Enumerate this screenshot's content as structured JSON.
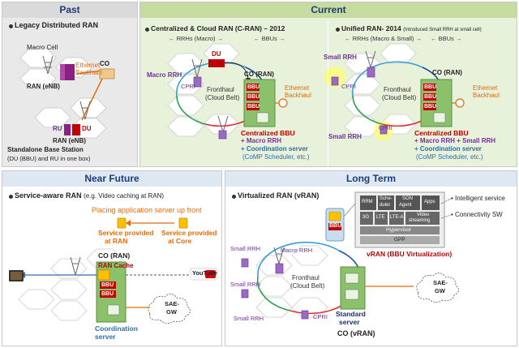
{
  "past": {
    "header": "Past",
    "title": "Legacy Distributed RAN",
    "macro_cell": "Macro Cell",
    "ethernet": "Ethernet",
    "backhaul": "Backhaul",
    "co": "CO",
    "ran_enb": "RAN (eNB)",
    "ru": "RU",
    "du": "DU",
    "ran_enb2": "RAN (eNB)",
    "standalone": "Standalone Base Station",
    "standalone_sub": "(DU (BBU) and RU in one box)"
  },
  "current": {
    "header": "Current",
    "cran": {
      "title": "Centralized & Cloud RAN (C-RAN) – 2012",
      "rrhs": "← RRHs (Macro) →",
      "bbus": "← BBUs →",
      "du": "DU",
      "macro_rrh": "Macro RRH",
      "cpri": "CPRI",
      "fronthaul": "Fronthaul",
      "cloud_belt": "(Cloud Belt)",
      "co_ran": "CO (RAN)",
      "ethernet": "Ethernet",
      "backhaul": "Backhaul",
      "bbu": "BBU",
      "cbbu": "Centralized BBU",
      "plus_macro": "+ Macro RRH",
      "plus_coord": "+ Coordination server",
      "comp": "(CoMP Scheduler, etc.)"
    },
    "unified": {
      "title": "Unified RAN- 2014",
      "title_note": "(Introduced Small RRH at small cell)",
      "rrhs": "← RRHs (Macro & Small) →",
      "bbus": "← BBUs →",
      "small_rrh": "Small RRH",
      "cpri": "CPRI",
      "fronthaul": "Fronthaul",
      "cloud_belt": "(Cloud Belt)",
      "co_ran": "CO (RAN)",
      "ethernet": "Ethernet",
      "backhaul": "Backhaul",
      "bbu": "BBU",
      "small_rrh2": "Small RRH",
      "cpri2": "CPRI",
      "cbbu": "Centralized BBU",
      "plus_rrh": "+ Macro RRH + Small RRH",
      "plus_coord": "+ Coordination server",
      "comp": "(CoMP Scheduler, etc.)"
    }
  },
  "near_future": {
    "header": "Near Future",
    "title": "Service-aware RAN",
    "title_note": "(e.g. Video caching at RAN)",
    "placing": "Placing application server up front",
    "service_ran1": "Service provided",
    "service_ran2": "at RAN",
    "service_core1": "Service provided",
    "service_core2": "at Core",
    "co_ran": "CO (RAN)",
    "ran_cache": "RAN Cache",
    "youtube": "YouTube",
    "bbu": "BBU",
    "sae": "SAE-",
    "gw": "GW",
    "coord": "Coordination",
    "server": "server"
  },
  "long_term": {
    "header": "Long Term",
    "title": "Virtualized RAN (vRAN)",
    "small_rrh1": "Small RRH",
    "macro_rrh": "Macro RRH",
    "small_rrh2": "Small RRH",
    "small_rrh3": "Small RRH",
    "cpri": "CPRI",
    "fronthaul": "Fronthaul",
    "cloud_belt": "(Cloud Belt)",
    "bbu": "BBU",
    "stack": {
      "rrm": "RRM",
      "scheduler1": "Sche-",
      "scheduler2": "duler",
      "son1": "SON",
      "son2": "Agent",
      "apps": "Apps",
      "g3": "3G",
      "lte": "LTE",
      "ltea": "LTE-A",
      "video1": "Video",
      "video2": "streaming",
      "hypervisor": "Hypervisor",
      "gpp": "GPP"
    },
    "intelligent": "Intelligent service",
    "connectivity": "Connectivity SW",
    "vran": "vRAN (BBU Virtualization)",
    "sae": "SAE-",
    "gw": "GW",
    "standard": "Standard",
    "server": "server",
    "co_v": "CO (vRAN)"
  },
  "colors": {
    "header_blue": "#1d3c78",
    "accent_orange": "#e46c0a",
    "rrh_purple": "#7030a0",
    "bbu_red": "#c00000",
    "server_green": "#8cc16c"
  }
}
